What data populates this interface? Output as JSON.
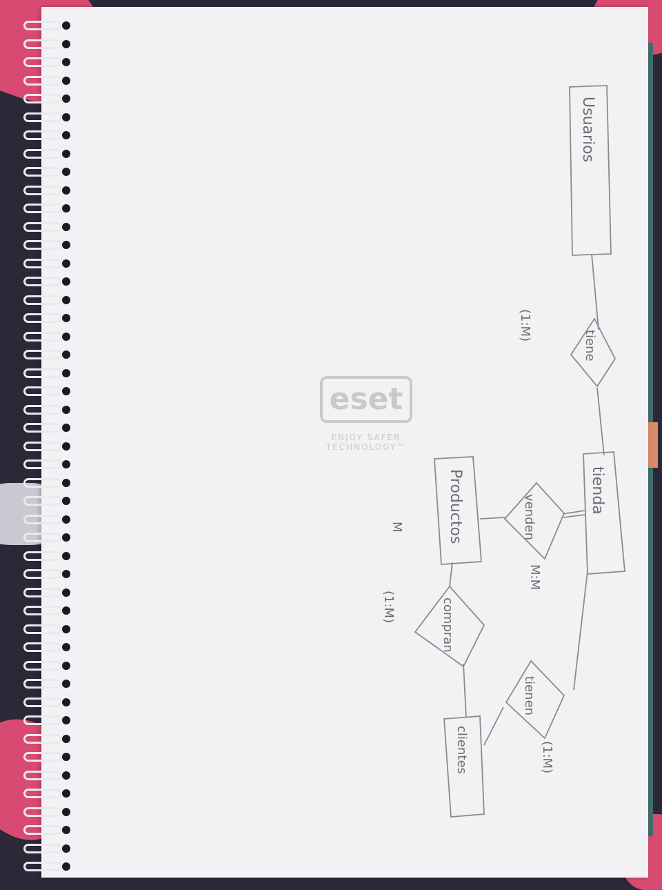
{
  "diagram": {
    "entities": {
      "usuarios": "Usuarios",
      "tienda": "tienda",
      "productos": "Productos",
      "clientes": "clientes"
    },
    "relationships": {
      "tiene": "tiene",
      "venden": "venden",
      "compran": "compran",
      "tienen": "tienen"
    },
    "cardinalities": {
      "tiene": "(1:M)",
      "venden": "M:M",
      "compran": "(1:M)",
      "tienen": "(1:M)",
      "m_mark": "M"
    }
  },
  "watermark": {
    "brand": "eset",
    "tagline_1": "ENJOY SAFER",
    "tagline_2": "TECHNOLOGY™"
  }
}
